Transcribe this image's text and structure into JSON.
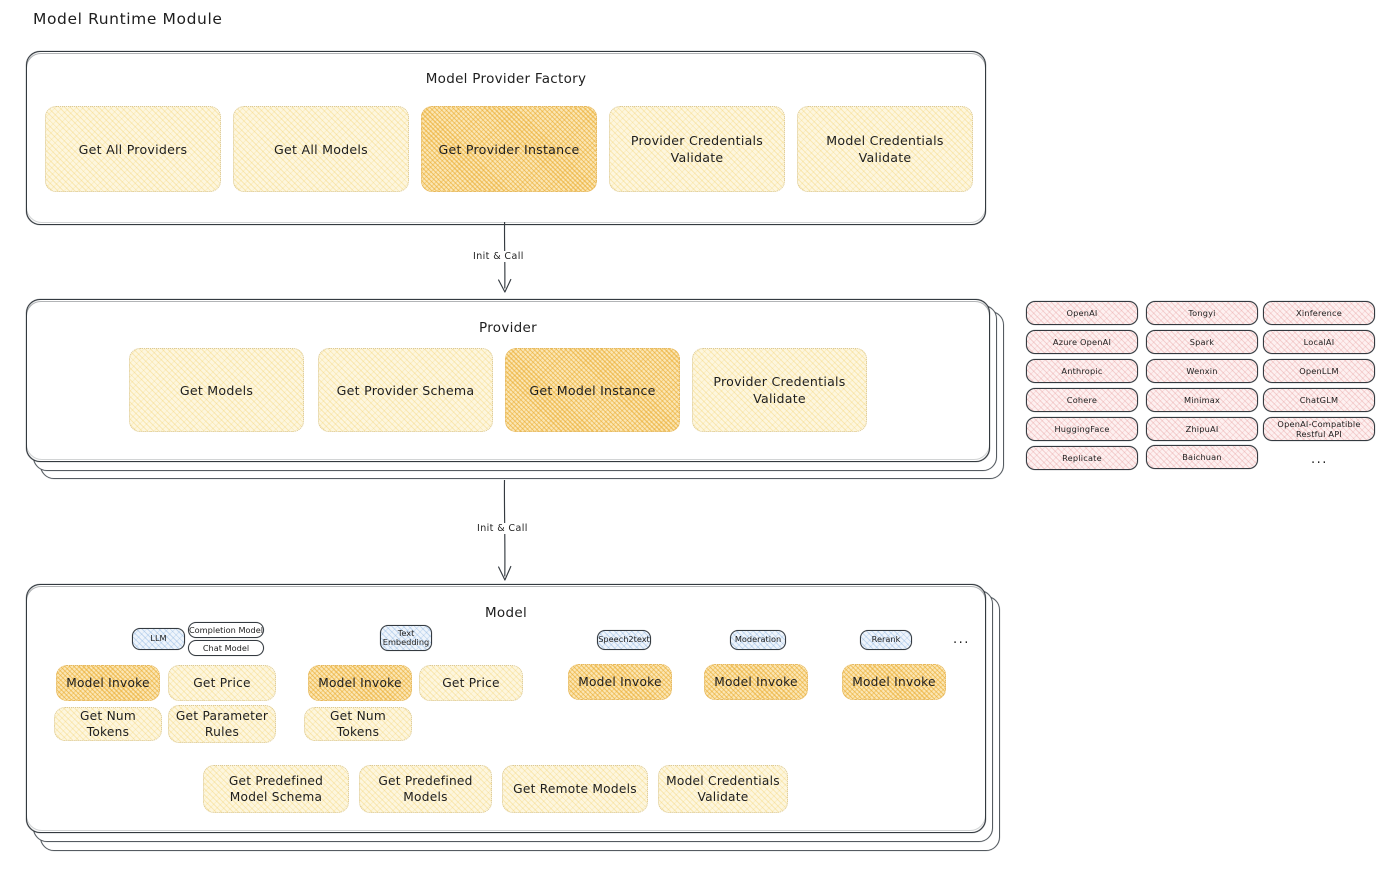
{
  "title": "Model Runtime Module",
  "factory": {
    "title": "Model Provider Factory",
    "cards": [
      {
        "label": "Get All Providers",
        "highlight": false
      },
      {
        "label": "Get All Models",
        "highlight": false
      },
      {
        "label": "Get Provider Instance",
        "highlight": true
      },
      {
        "label": "Provider Credentials Validate",
        "highlight": false
      },
      {
        "label": "Model Credentials Validate",
        "highlight": false
      }
    ]
  },
  "arrows": [
    {
      "label": "Init & Call"
    },
    {
      "label": "Init & Call"
    }
  ],
  "provider": {
    "title": "Provider",
    "cards": [
      {
        "label": "Get Models",
        "highlight": false
      },
      {
        "label": "Get Provider Schema",
        "highlight": false
      },
      {
        "label": "Get Model Instance",
        "highlight": true
      },
      {
        "label": "Provider Credentials Validate",
        "highlight": false
      }
    ]
  },
  "provider_list": {
    "columns": [
      [
        "OpenAI",
        "Azure OpenAI",
        "Anthropic",
        "Cohere",
        "HuggingFace",
        "Replicate"
      ],
      [
        "Tongyi",
        "Spark",
        "Wenxin",
        "Minimax",
        "ZhipuAI",
        "Baichuan"
      ],
      [
        "Xinference",
        "LocalAI",
        "OpenLLM",
        "ChatGLM",
        "OpenAI-Compatible Restful API"
      ]
    ],
    "more": "..."
  },
  "model": {
    "title": "Model",
    "more": "...",
    "groups": [
      {
        "type": "LLM",
        "sub": [
          "Completion Model",
          "Chat Model"
        ],
        "cards": [
          {
            "label": "Model Invoke",
            "highlight": true
          },
          {
            "label": "Get Price",
            "highlight": false
          },
          {
            "label": "Get Num Tokens",
            "highlight": false
          },
          {
            "label": "Get Parameter Rules",
            "highlight": false
          }
        ]
      },
      {
        "type": "Text Embedding",
        "sub": [],
        "cards": [
          {
            "label": "Model Invoke",
            "highlight": true
          },
          {
            "label": "Get Price",
            "highlight": false
          },
          {
            "label": "Get Num Tokens",
            "highlight": false
          }
        ]
      },
      {
        "type": "Speech2text",
        "sub": [],
        "cards": [
          {
            "label": "Model Invoke",
            "highlight": true
          }
        ]
      },
      {
        "type": "Moderation",
        "sub": [],
        "cards": [
          {
            "label": "Model Invoke",
            "highlight": true
          }
        ]
      },
      {
        "type": "Rerank",
        "sub": [],
        "cards": [
          {
            "label": "Model Invoke",
            "highlight": true
          }
        ]
      }
    ],
    "common_cards": [
      {
        "label": "Get Predefined Model Schema"
      },
      {
        "label": "Get Predefined Models"
      },
      {
        "label": "Get Remote Models"
      },
      {
        "label": "Model Credentials Validate"
      }
    ]
  },
  "colors": {
    "card_fill": "#fdf6de",
    "card_highlight_fill": "#fbe6b4",
    "chip_fill": "#fdf0f0",
    "blue_chip_fill": "#eef4fb",
    "stroke": "#343a40"
  }
}
